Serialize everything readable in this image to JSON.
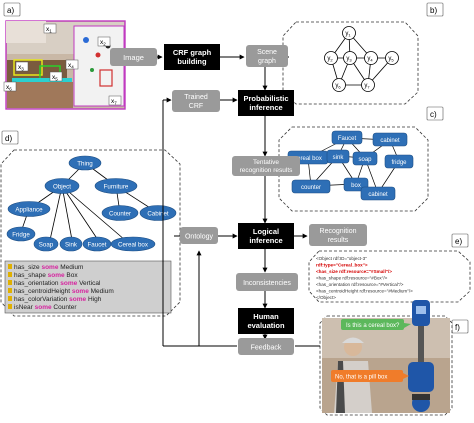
{
  "colors": {
    "black_box": "#000000",
    "gray_box": "#9a9a9a",
    "node_blue": "#2e6fb6",
    "node_blue_stroke": "#1d4f86",
    "kw_pink": "#d6249f",
    "bullet_yellow": "#e0b000",
    "code_red": "#d40000",
    "bubble_green": "#5cb85c",
    "bubble_orange": "#f07c2a"
  },
  "panel_labels": {
    "a": "a)",
    "b": "b)",
    "c": "c)",
    "d": "d)",
    "e": "e)",
    "f": "f)"
  },
  "pipeline": {
    "image": "Image",
    "crf_building": [
      "CRF graph",
      "building"
    ],
    "scene_graph": [
      "Scene",
      "graph"
    ],
    "trained_crf": [
      "Trained",
      "CRF"
    ],
    "probabilistic_inference": [
      "Probabilistic",
      "inference"
    ],
    "tentative_results": [
      "Tentative",
      "recognition results"
    ],
    "ontology": "Ontology",
    "logical_inference": [
      "Logical",
      "inference"
    ],
    "recognition_results": [
      "Recognition",
      "results"
    ],
    "inconsistencies": "Inconsistencies",
    "human_evaluation": [
      "Human",
      "evaluation"
    ],
    "feedback": "Feedback"
  },
  "scene_photo": {
    "var_main": "x",
    "subscripts": [
      "1",
      "2",
      "3",
      "4",
      "5",
      "6",
      "7"
    ]
  },
  "crf_graph": {
    "var_main": "y",
    "subscripts": [
      "1",
      "2",
      "3",
      "4",
      "5",
      "6",
      "7"
    ]
  },
  "tentative_labels": [
    "Faucet",
    "cabinet",
    "cereal box",
    "sink",
    "soap",
    "fridge",
    "counter",
    "box",
    "cabinet"
  ],
  "ontology_tree": {
    "root": "Thing",
    "level1": [
      "Object",
      "Furniture"
    ],
    "object_children": [
      "Appliance",
      "Fridge",
      "Soap",
      "Sink",
      "Faucet",
      "Cereal box"
    ],
    "furniture_children": [
      "Counter",
      "Cabinet"
    ],
    "keyword": "some",
    "properties": [
      {
        "name": "has_size",
        "value": "Medium"
      },
      {
        "name": "has_shape",
        "value": "Box"
      },
      {
        "name": "has_orientation",
        "value": "Vertical"
      },
      {
        "name": "has_centroidHeight",
        "value": "Medium"
      },
      {
        "name": "has_colorVariation",
        "value": "High"
      },
      {
        "name": "isNear",
        "value": "Counter"
      }
    ]
  },
  "rdf_code": [
    {
      "text": "<Object rdf:ID=\"object-3\"",
      "style": "gray"
    },
    {
      "text": "    rdf:type=\"Cereal_box\">",
      "style": "red"
    },
    {
      "text": "  <has_size rdf:resource=\"#Small\"/>",
      "style": "red"
    },
    {
      "text": "  <has_shape rdf:resource=\"#Box\"/>",
      "style": "gray"
    },
    {
      "text": "  <has_orientation rdf:resource=\"#Vertical\"/>",
      "style": "gray"
    },
    {
      "text": "  <has_centroidHeight rdf:resource=\"#Medium\"/>",
      "style": "gray"
    },
    {
      "text": "</Object>",
      "style": "gray"
    }
  ],
  "dialogue": {
    "question": "Is this a cereal box?",
    "answer": "No, that is a pill box"
  }
}
